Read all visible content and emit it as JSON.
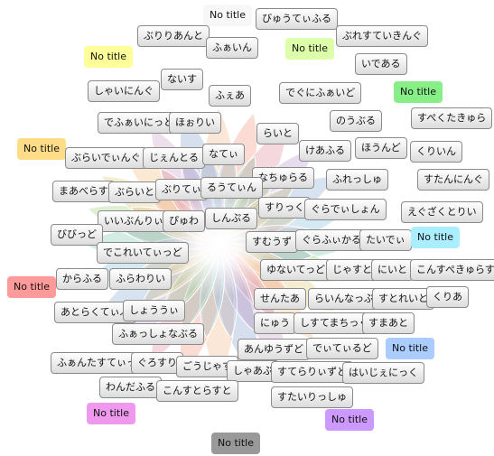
{
  "colors": {
    "tag_fill_top": "#ffffff",
    "tag_fill_bottom": "#dcdcdc",
    "tag_border": "#8a8a8a",
    "tag_text": "#111111",
    "yellow": "#ffff99",
    "light_green": "#ddffaa",
    "green": "#88ee88",
    "orange": "#ffdd88",
    "cyan": "#aaeeff",
    "red": "#ff9a9a",
    "blue": "#aaccff",
    "magenta": "#ee99ee",
    "purple": "#cc99ff",
    "gray": "#999999"
  },
  "tags": [
    {
      "label": "No title",
      "style": "plain",
      "color": ""
    },
    {
      "label": "びゅうてぃふる",
      "style": "normal",
      "color": ""
    },
    {
      "label": "ぶりりあんと",
      "style": "normal",
      "color": ""
    },
    {
      "label": "ふぁいん",
      "style": "normal",
      "color": ""
    },
    {
      "label": "No title",
      "style": "notitle",
      "color": "light_green"
    },
    {
      "label": "ぶれすていきんぐ",
      "style": "normal",
      "color": ""
    },
    {
      "label": "No title",
      "style": "notitle",
      "color": "yellow"
    },
    {
      "label": "いである",
      "style": "normal",
      "color": ""
    },
    {
      "label": "ないす",
      "style": "normal",
      "color": ""
    },
    {
      "label": "しゃいにんぐ",
      "style": "normal",
      "color": ""
    },
    {
      "label": "ふぇあ",
      "style": "normal",
      "color": ""
    },
    {
      "label": "でぐにふぁいど",
      "style": "normal",
      "color": ""
    },
    {
      "label": "No title",
      "style": "notitle",
      "color": "green"
    },
    {
      "label": "でふぁいにっと",
      "style": "normal",
      "color": ""
    },
    {
      "label": "ほぉりい",
      "style": "normal",
      "color": ""
    },
    {
      "label": "のうぶる",
      "style": "normal",
      "color": ""
    },
    {
      "label": "すぺくたきゅら",
      "style": "normal",
      "color": ""
    },
    {
      "label": "らいと",
      "style": "normal",
      "color": ""
    },
    {
      "label": "No title",
      "style": "notitle",
      "color": "orange"
    },
    {
      "label": "けあふる",
      "style": "normal",
      "color": ""
    },
    {
      "label": "ほうんど",
      "style": "normal",
      "color": ""
    },
    {
      "label": "くりいん",
      "style": "normal",
      "color": ""
    },
    {
      "label": "ぶらいでぃんぐ",
      "style": "normal",
      "color": ""
    },
    {
      "label": "じぇんとる",
      "style": "normal",
      "color": ""
    },
    {
      "label": "なてぃ",
      "style": "normal",
      "color": ""
    },
    {
      "label": "なちゅらる",
      "style": "normal",
      "color": ""
    },
    {
      "label": "ふれっしゅ",
      "style": "normal",
      "color": ""
    },
    {
      "label": "すたんにんぐ",
      "style": "normal",
      "color": ""
    },
    {
      "label": "まあべらす",
      "style": "normal",
      "color": ""
    },
    {
      "label": "ぶらいと",
      "style": "normal",
      "color": ""
    },
    {
      "label": "ぶりてぃ",
      "style": "normal",
      "color": ""
    },
    {
      "label": "るうてぃん",
      "style": "normal",
      "color": ""
    },
    {
      "label": "すりっく",
      "style": "normal",
      "color": ""
    },
    {
      "label": "ぐらでぃしょん",
      "style": "normal",
      "color": ""
    },
    {
      "label": "えぐざくとりい",
      "style": "normal",
      "color": ""
    },
    {
      "label": "いいぶんりぃ",
      "style": "normal",
      "color": ""
    },
    {
      "label": "ぴゅわ",
      "style": "normal",
      "color": ""
    },
    {
      "label": "しんぷる",
      "style": "normal",
      "color": ""
    },
    {
      "label": "びびっど",
      "style": "normal",
      "color": ""
    },
    {
      "label": "すむうず",
      "style": "normal",
      "color": ""
    },
    {
      "label": "ぐらふぃかる",
      "style": "normal",
      "color": ""
    },
    {
      "label": "たいでぃ",
      "style": "normal",
      "color": ""
    },
    {
      "label": "No title",
      "style": "notitle",
      "color": "cyan"
    },
    {
      "label": "でこれいてぃっど",
      "style": "normal",
      "color": ""
    },
    {
      "label": "からふる",
      "style": "normal",
      "color": ""
    },
    {
      "label": "ふらわりい",
      "style": "normal",
      "color": ""
    },
    {
      "label": "ゆないてっど",
      "style": "normal",
      "color": ""
    },
    {
      "label": "じゃすと",
      "style": "normal",
      "color": ""
    },
    {
      "label": "にいと",
      "style": "normal",
      "color": ""
    },
    {
      "label": "こんすぺきゅらす",
      "style": "normal",
      "color": ""
    },
    {
      "label": "No title",
      "style": "notitle",
      "color": "red"
    },
    {
      "label": "せんたあ",
      "style": "normal",
      "color": ""
    },
    {
      "label": "らいんなっぷ",
      "style": "normal",
      "color": ""
    },
    {
      "label": "すとれいと",
      "style": "normal",
      "color": ""
    },
    {
      "label": "くりあ",
      "style": "normal",
      "color": ""
    },
    {
      "label": "あとらくてぃぶ",
      "style": "normal",
      "color": ""
    },
    {
      "label": "しょううぃ",
      "style": "normal",
      "color": ""
    },
    {
      "label": "にゅう",
      "style": "normal",
      "color": ""
    },
    {
      "label": "しすてまちっく",
      "style": "normal",
      "color": ""
    },
    {
      "label": "すまあと",
      "style": "normal",
      "color": ""
    },
    {
      "label": "ふぁっしょなぶる",
      "style": "normal",
      "color": ""
    },
    {
      "label": "あんゆうずど",
      "style": "normal",
      "color": ""
    },
    {
      "label": "でぃてぃるど",
      "style": "normal",
      "color": ""
    },
    {
      "label": "No title",
      "style": "notitle",
      "color": "blue"
    },
    {
      "label": "ふぁんたすてぃっく",
      "style": "normal",
      "color": ""
    },
    {
      "label": "ぐろすり",
      "style": "normal",
      "color": ""
    },
    {
      "label": "ごうじゃす",
      "style": "normal",
      "color": ""
    },
    {
      "label": "しゃあぷ",
      "style": "normal",
      "color": ""
    },
    {
      "label": "すてらりぃずど",
      "style": "normal",
      "color": ""
    },
    {
      "label": "はいじぇにっく",
      "style": "normal",
      "color": ""
    },
    {
      "label": "わんだふる",
      "style": "normal",
      "color": ""
    },
    {
      "label": "こんすとらすと",
      "style": "normal",
      "color": ""
    },
    {
      "label": "すたいりっしゅ",
      "style": "normal",
      "color": ""
    },
    {
      "label": "No title",
      "style": "notitle",
      "color": "magenta"
    },
    {
      "label": "No title",
      "style": "notitle",
      "color": "purple"
    },
    {
      "label": "No title",
      "style": "notitle",
      "color": "gray"
    }
  ]
}
